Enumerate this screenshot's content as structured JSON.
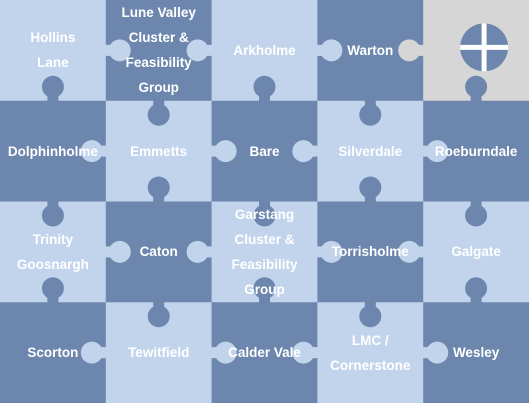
{
  "rows": 4,
  "cols": 5,
  "colors": {
    "dark": "#6c86ad",
    "light": "#c2d3ec",
    "grey": "#d6d6d6",
    "text": "#ffffff",
    "cross": "#ffffff"
  },
  "pieces": [
    {
      "text": "Hollins\nLane",
      "tone": "light"
    },
    {
      "text": "Lune Valley\nCluster &\nFeasibility\nGroup",
      "tone": "dark"
    },
    {
      "text": "Arkholme",
      "tone": "light"
    },
    {
      "text": "Warton",
      "tone": "dark"
    },
    {
      "text": "",
      "tone": "grey",
      "icon": "cross-icon"
    },
    {
      "text": "Dolphinholme",
      "tone": "dark"
    },
    {
      "text": "Emmetts",
      "tone": "light"
    },
    {
      "text": "Bare",
      "tone": "dark"
    },
    {
      "text": "Silverdale",
      "tone": "light"
    },
    {
      "text": "Roeburndale",
      "tone": "dark"
    },
    {
      "text": "Trinity\nGoosnargh",
      "tone": "light"
    },
    {
      "text": "Caton",
      "tone": "dark"
    },
    {
      "text": "Garstang\nCluster &\nFeasibility\nGroup",
      "tone": "light"
    },
    {
      "text": "Torrisholme",
      "tone": "dark"
    },
    {
      "text": "Galgate",
      "tone": "light"
    },
    {
      "text": "Scorton",
      "tone": "dark"
    },
    {
      "text": "Tewitfield",
      "tone": "light"
    },
    {
      "text": "Calder Vale",
      "tone": "dark"
    },
    {
      "text": "LMC /\nCornerstone",
      "tone": "light"
    },
    {
      "text": "Wesley",
      "tone": "dark"
    }
  ]
}
